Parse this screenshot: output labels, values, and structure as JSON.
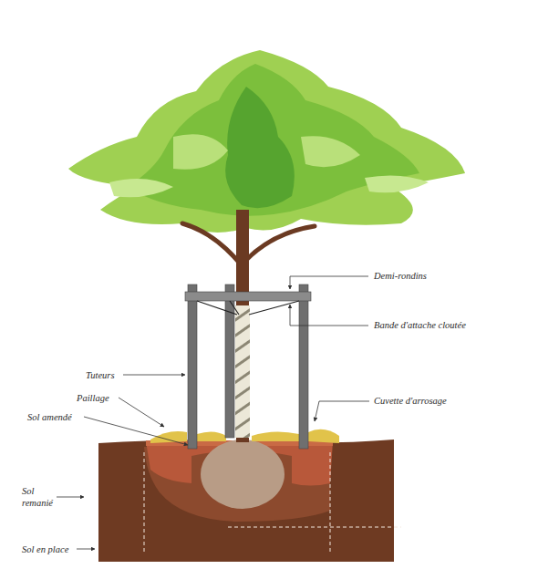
{
  "diagram": {
    "labels": [
      "Demi-rondins",
      "Bande d'attache cloutée",
      "Tuteurs",
      "Paillage",
      "Cuvette d'arrosage",
      "Sol amendé",
      "Sol remanié",
      "Sol en place"
    ]
  }
}
